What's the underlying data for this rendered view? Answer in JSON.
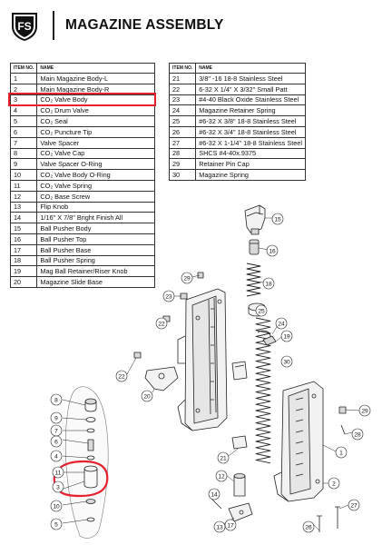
{
  "header": {
    "logo_text": "FS",
    "title": "MAGAZINE ASSEMBLY"
  },
  "table_columns": {
    "item_no": "ITEM NO.",
    "name": "NAME"
  },
  "parts_left": [
    {
      "no": "1",
      "name": "Main Magazine Body-L"
    },
    {
      "no": "2",
      "name": "Main Magazine Body-R"
    },
    {
      "no": "3",
      "name": "CO₂ Valve Body"
    },
    {
      "no": "4",
      "name": "CO₂ Drum Valve"
    },
    {
      "no": "5",
      "name": "CO₂ Seal"
    },
    {
      "no": "6",
      "name": "CO₂ Puncture Tip"
    },
    {
      "no": "7",
      "name": "Valve Spacer"
    },
    {
      "no": "8",
      "name": "CO₂ Valve Cap"
    },
    {
      "no": "9",
      "name": "Valve Spacer O-Ring"
    },
    {
      "no": "10",
      "name": "CO₂ Valve Body O-Ring"
    },
    {
      "no": "11",
      "name": "CO₂ Valve Spring"
    },
    {
      "no": "12",
      "name": "CO₂ Base Screw"
    },
    {
      "no": "13",
      "name": "Flip Knob"
    },
    {
      "no": "14",
      "name": "1/16\" X 7/8\" Bright Finish All"
    },
    {
      "no": "15",
      "name": "Ball Pusher Body"
    },
    {
      "no": "16",
      "name": "Ball Pusher Top"
    },
    {
      "no": "17",
      "name": "Ball Pusher Base"
    },
    {
      "no": "18",
      "name": "Ball Pusher Spring"
    },
    {
      "no": "19",
      "name": "Mag Ball Retainer/Riser Knob"
    },
    {
      "no": "20",
      "name": "Magazine Slide Base"
    }
  ],
  "parts_right": [
    {
      "no": "21",
      "name": "3/8\" -16 18-8 Stainless Steel"
    },
    {
      "no": "22",
      "name": "6-32 X 1/4\" X 3/32\" Small Patt"
    },
    {
      "no": "23",
      "name": "#4-40 Black Oxide Stainless Steel"
    },
    {
      "no": "24",
      "name": "Magazine Retainer Spring"
    },
    {
      "no": "25",
      "name": "#6-32 X 3/8\" 18-8 Stainless Steel"
    },
    {
      "no": "26",
      "name": "#6-32 X 3/4\" 18-8 Stainless Steel"
    },
    {
      "no": "27",
      "name": "#6-32 X 1-1/4\" 18-8 Stainless Steel"
    },
    {
      "no": "28",
      "name": "SHCS #4-40x.9375"
    },
    {
      "no": "29",
      "name": "Retainer Pin Cap"
    },
    {
      "no": "30",
      "name": "Magazine Spring"
    }
  ],
  "highlighted_item": "3",
  "callouts": {
    "c15": "15",
    "c16": "16",
    "c18": "18",
    "c29a": "29",
    "c23": "23",
    "c22a": "22",
    "c25": "25",
    "c24": "24",
    "c19": "19",
    "c22b": "22",
    "c20": "20",
    "c30": "30",
    "c29b": "29",
    "c28": "28",
    "c1": "1",
    "c21": "21",
    "c12": "12",
    "c14": "14",
    "c17": "17",
    "c13": "13",
    "c2": "2",
    "c26": "26",
    "c27": "27",
    "c8": "8",
    "c9": "9",
    "c7": "7",
    "c6": "6",
    "c4": "4",
    "c11": "11",
    "c10": "10",
    "c3": "3",
    "c5": "5"
  },
  "colors": {
    "highlight": "#e8202e",
    "line": "#222222",
    "fill_light": "#f2f2f2",
    "fill_mid": "#d9d9d9"
  }
}
